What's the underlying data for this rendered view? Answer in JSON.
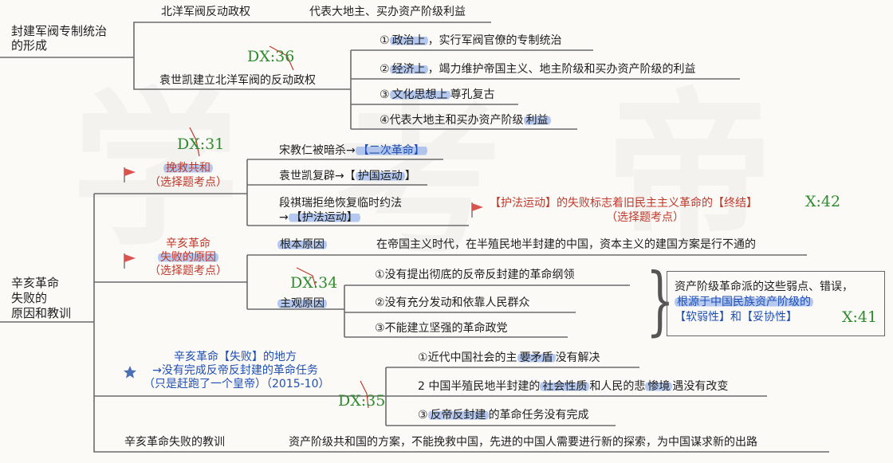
{
  "colors": {
    "line": "#6b6b6b",
    "red": "#c0392b",
    "blue": "#1f4fb3",
    "green": "#2e8b2e",
    "highlight": "#608ce6"
  },
  "watermark": [
    "学",
    "考",
    "帝"
  ],
  "root1": {
    "title_l1": "封建军阀专制统治",
    "title_l2": "的形成",
    "beiyang": "北洋军阀反动政权",
    "rep": "代表大地主、买办资产阶级利益",
    "yuan": "袁世凯建立北洋军阀的反动政权",
    "tag": "DX:36",
    "items": [
      {
        "num": "①",
        "hl": "政治上",
        "rest": "，实行军阀官僚的专制统治"
      },
      {
        "num": "②",
        "hl": "经济上",
        "rest": "，竭力维护帝国主义、地主阶级和买办资产阶级的利益"
      },
      {
        "num": "③",
        "hl": "文化思想上",
        "rest": "尊孔复古"
      },
      {
        "num": "④",
        "pre": "代表大地主和买办资产阶级",
        "hl": "利益"
      }
    ]
  },
  "root2": {
    "title_l1": "辛亥革命",
    "title_l2": "失败的",
    "title_l3": "原因和教训",
    "save": {
      "tag": "DX:31",
      "title": "挽救共和",
      "sub": "（选择题考点）",
      "items": [
        {
          "pre": "宋教仁被暗杀→",
          "hl": "【二次革命】"
        },
        {
          "pre": "袁世凯复辟→【",
          "hl": "护国运动",
          "post": "】"
        },
        {
          "line1": "段祺瑞拒绝恢复临时约法",
          "arrow": "→",
          "hl": "【护法运动】"
        }
      ],
      "note": "【护法运动】的失败标志着旧民主主义革命的【终结】",
      "note_sub": "（选择题考点）",
      "note_tag": "X:42"
    },
    "cause": {
      "title_l1": "辛亥革命",
      "title_l2": "失败的原因",
      "sub": "（选择题考点）",
      "root_label": "根本原因",
      "root_text": "在帝国主义时代，在半殖民地半封建的中国，资本主义的建国方案是行不通的",
      "subj_label": "主观原因",
      "subj_tag": "DX:34",
      "subj_items": [
        "①没有提出彻底的反帝反封建的革命纲领",
        "②没有充分发动和依靠人民群众",
        "③不能建立坚强的革命政党"
      ],
      "box_l1": "资产阶级革命派的这些弱点、错误，",
      "box_l2": "根源于中国民族资产阶级的",
      "box_l3": "【软弱性】和【妥协性】",
      "box_tag": "X:41"
    },
    "fail": {
      "l1": "辛亥革命【失败】的地方",
      "l2": "→没有完成反帝反封建的革命任务",
      "l3": "（只是赶跑了一个皇帝）（2015-10）",
      "tag": "DX:35",
      "items": [
        {
          "num": "①",
          "pre": "近代中国社会的主",
          "hl": "要矛盾",
          "post": "没有解决"
        },
        {
          "num": "2",
          "pre": "中国半殖民地半封建的",
          "hl": "社会性质",
          "post": "和人民的悲",
          "hl2": "惨境",
          "post2": "遇没有改变"
        },
        {
          "num": "③",
          "hl": "反帝反封建",
          "post": "的革命任务没有完成"
        }
      ]
    },
    "lesson": {
      "label": "辛亥革命失败的教训",
      "text": "资产阶级共和国的方案，不能挽救中国，先进的中国人需要进行新的探索，为中国谋求新的出路"
    }
  }
}
